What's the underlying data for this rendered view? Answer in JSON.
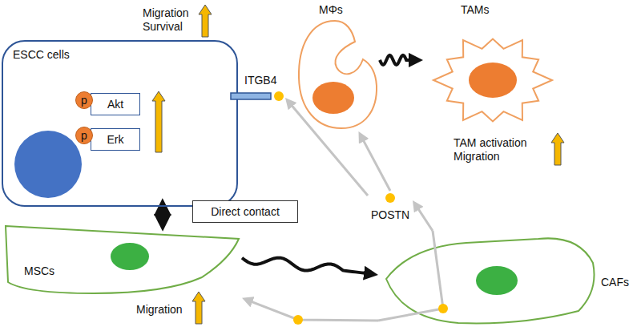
{
  "diagram": {
    "nodes": [
      {
        "text": [
          "ESCC cells"
        ]
      },
      {
        "text": [
          "p"
        ],
        "in": 0
      },
      {
        "text": [
          "Akt"
        ],
        "in": 0
      },
      {
        "text": [
          "p"
        ],
        "in": 0
      },
      {
        "text": [
          "Erk"
        ],
        "in": 0
      },
      {
        "text": [
          "ITGB4"
        ]
      },
      {
        "text": [
          "MΦs"
        ]
      },
      {
        "text": [
          "TAMs"
        ]
      },
      {
        "text": [
          "POSTN"
        ]
      },
      {
        "text": [
          "Direct contact"
        ]
      },
      {
        "text": [
          "MSCs"
        ]
      },
      {
        "text": [
          "CAFs"
        ]
      }
    ],
    "edges": [
      {
        "from": 8,
        "to": 5,
        "arrow": "to"
      },
      {
        "from": 8,
        "to": 6,
        "arrow": "to"
      },
      {
        "from": 6,
        "to": 7,
        "arrow": "to"
      },
      {
        "from": 0,
        "to": 10,
        "arrow": "both"
      },
      {
        "from": 10,
        "to": 11,
        "arrow": "to"
      },
      {
        "from": 11,
        "to": 8,
        "arrow": "to"
      },
      {
        "from": 11,
        "to": 10,
        "arrow": "to"
      }
    ],
    "labels": [
      "Migration Survival",
      "TAM activation Migration",
      "Migration"
    ]
  }
}
